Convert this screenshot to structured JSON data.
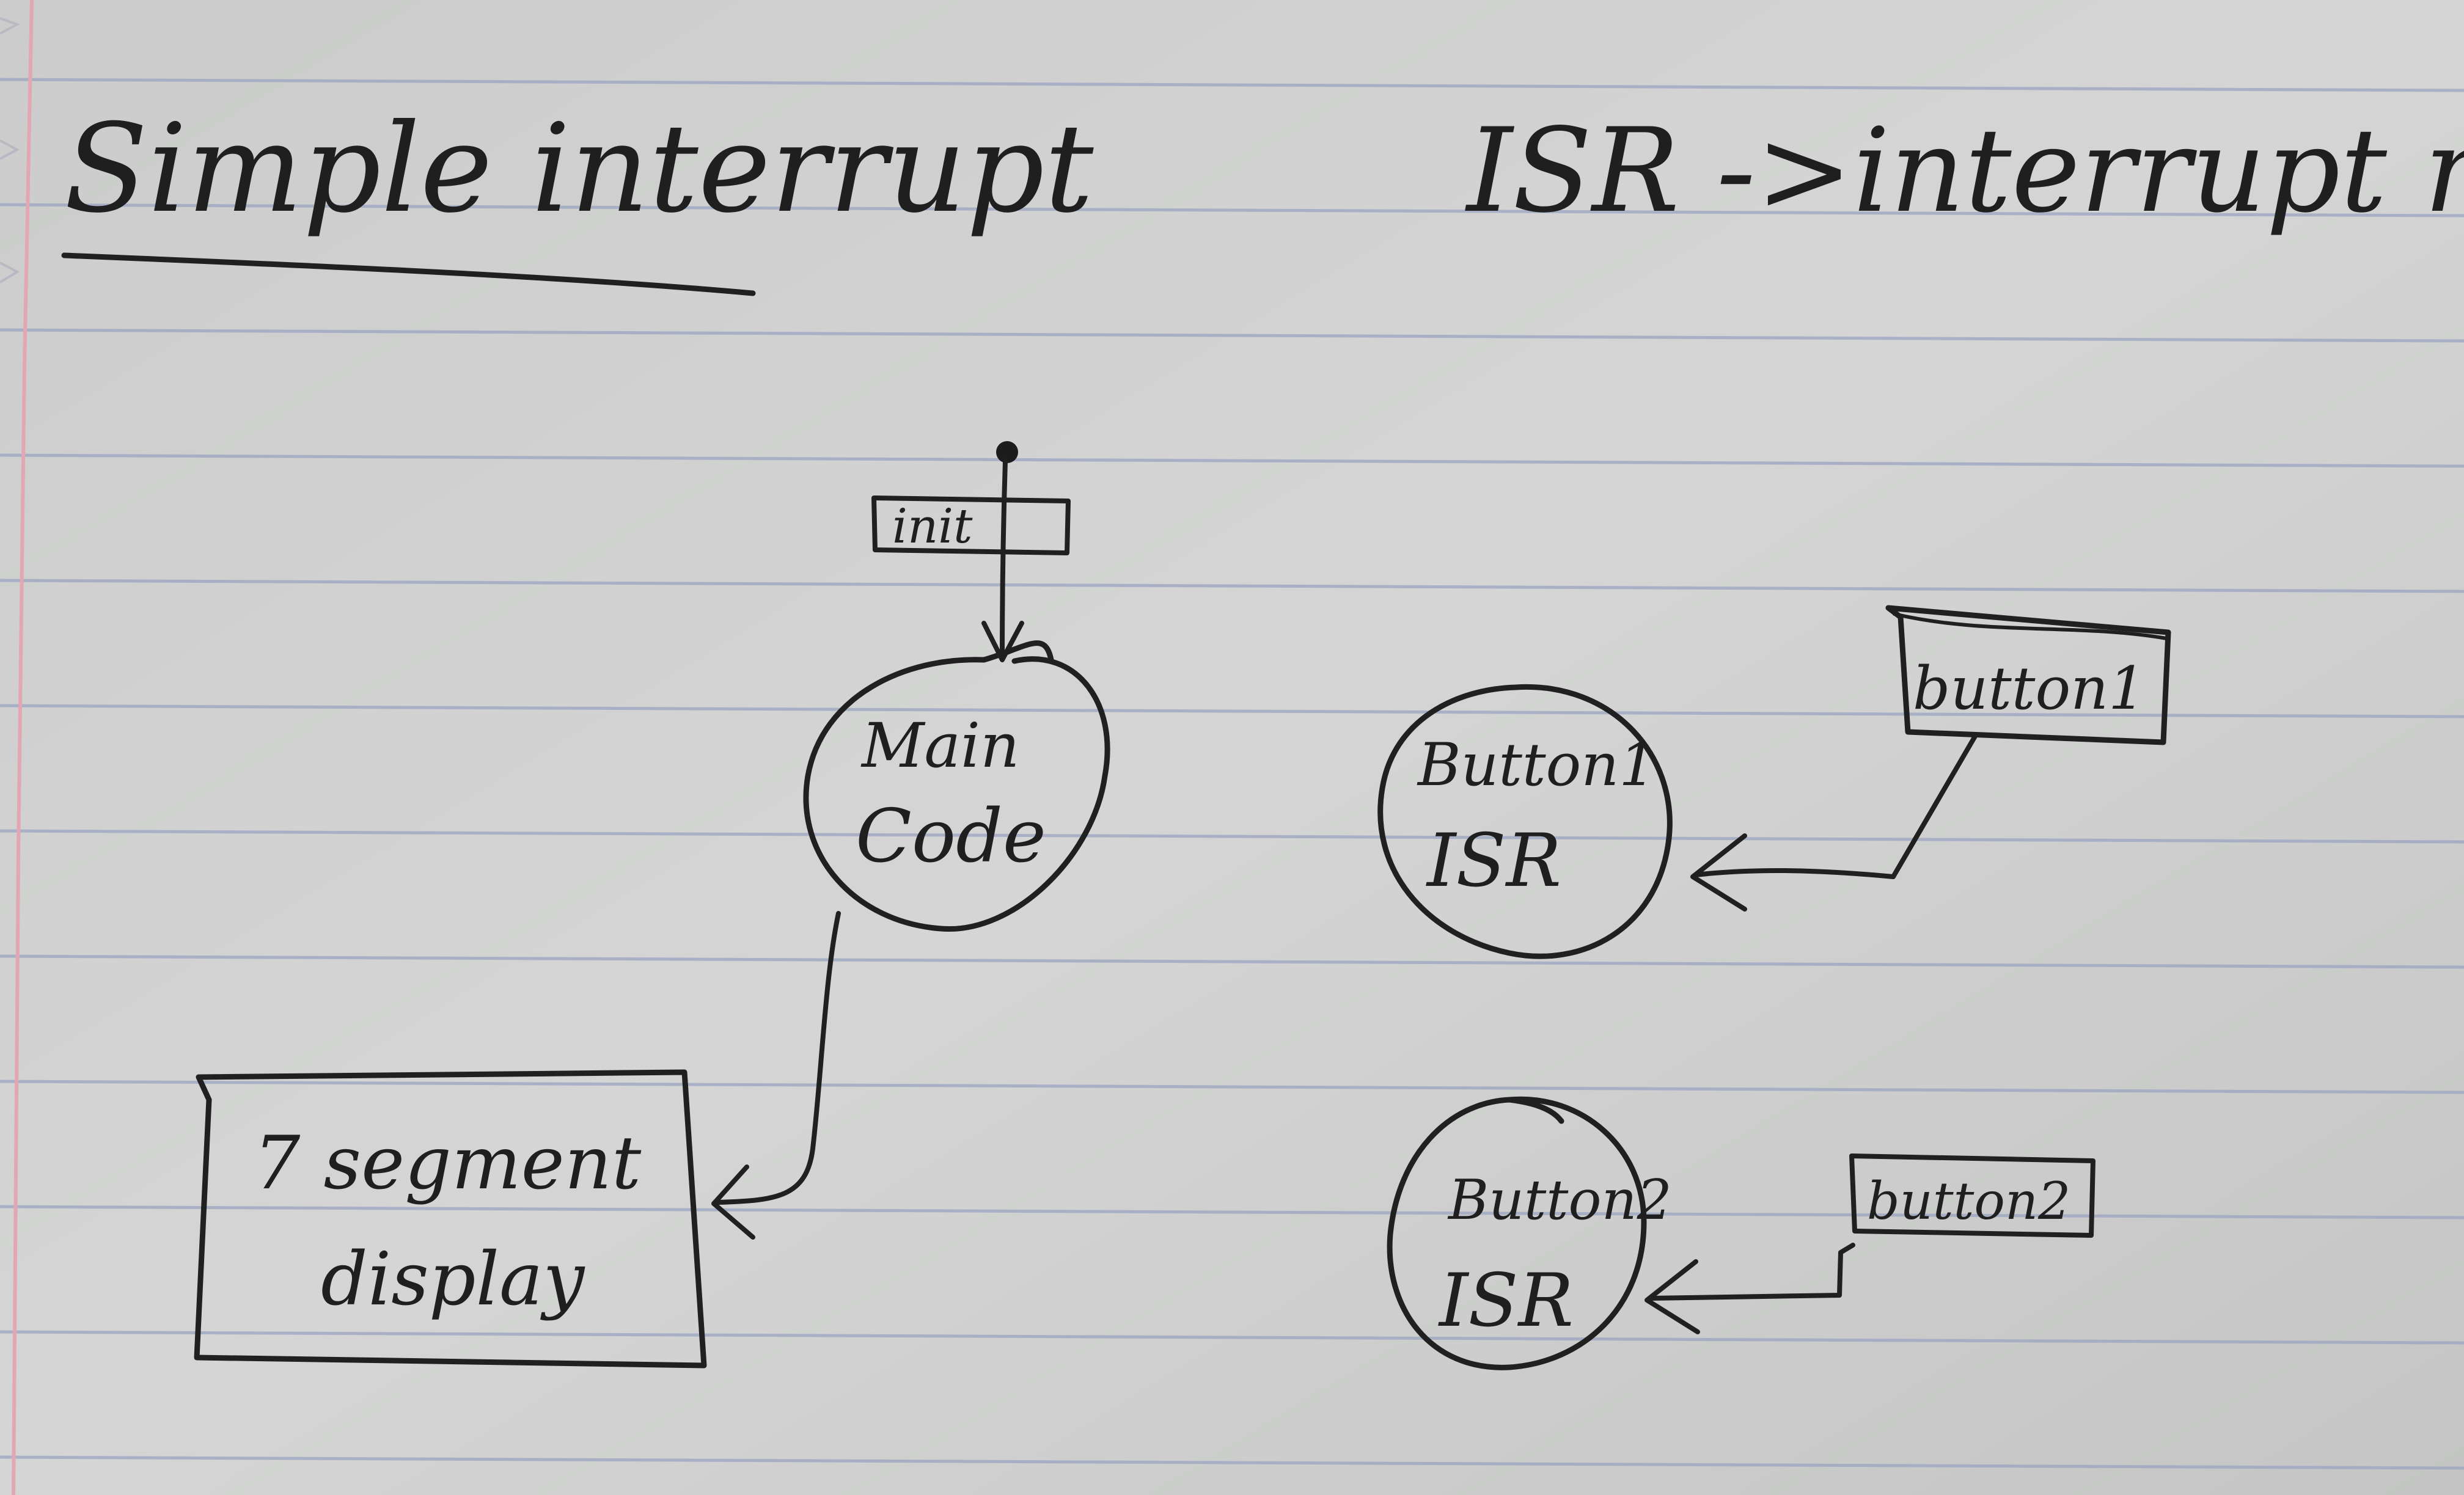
{
  "diagram": {
    "title": "Simple interrupt",
    "definition": "ISR ->interrupt routine",
    "nodes": {
      "init": "init",
      "main_code": [
        "Main",
        "Code"
      ],
      "seven_segment": [
        "7 segment",
        "display"
      ],
      "button1_isr": [
        "Button1",
        "ISR"
      ],
      "button1": "button1",
      "button2_isr": [
        "Button2",
        "ISR"
      ],
      "button2": "button2"
    },
    "edges": [
      {
        "from": "start",
        "to": "main_code"
      },
      {
        "from": "main_code",
        "to": "seven_segment"
      },
      {
        "from": "button1",
        "to": "button1_isr"
      },
      {
        "from": "button2",
        "to": "button2_isr"
      }
    ]
  },
  "colors": {
    "paper": "#cfd0cf",
    "rule_line": "#9aa5c4",
    "margin_line": "#e0a7b4",
    "ink": "#202020"
  }
}
